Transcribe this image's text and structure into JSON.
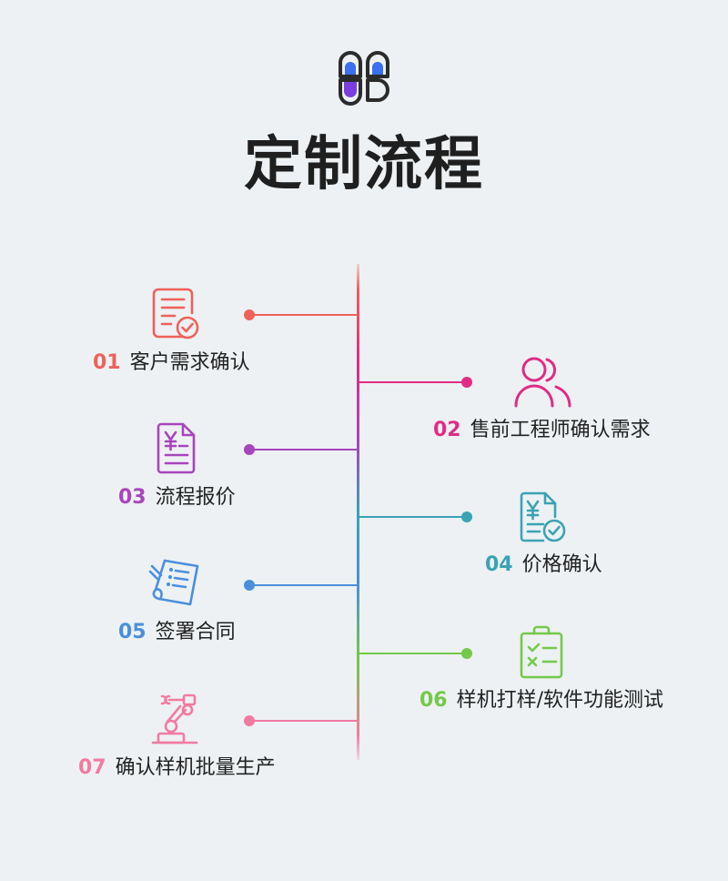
{
  "title": "定制流程",
  "colors": {
    "background": "#edf1f3",
    "title": "#1f1f1f",
    "step_01": "#f0605a",
    "step_02": "#e02c84",
    "step_03": "#a845be",
    "step_04": "#3aa3b4",
    "step_05": "#4a8fdc",
    "step_06": "#74c94a",
    "step_07": "#f27aa0"
  },
  "steps": [
    {
      "num": "01",
      "label": "客户需求确认",
      "icon": "document-check-icon"
    },
    {
      "num": "02",
      "label": "售前工程师确认需求",
      "icon": "users-icon"
    },
    {
      "num": "03",
      "label": "流程报价",
      "icon": "yuan-document-icon"
    },
    {
      "num": "04",
      "label": "价格确认",
      "icon": "yuan-document-check-icon"
    },
    {
      "num": "05",
      "label": "签署合同",
      "icon": "contract-icon"
    },
    {
      "num": "06",
      "label": "样机打样/软件功能测试",
      "icon": "clipboard-checklist-icon"
    },
    {
      "num": "07",
      "label": "确认样机批量生产",
      "icon": "robot-arm-icon"
    }
  ]
}
